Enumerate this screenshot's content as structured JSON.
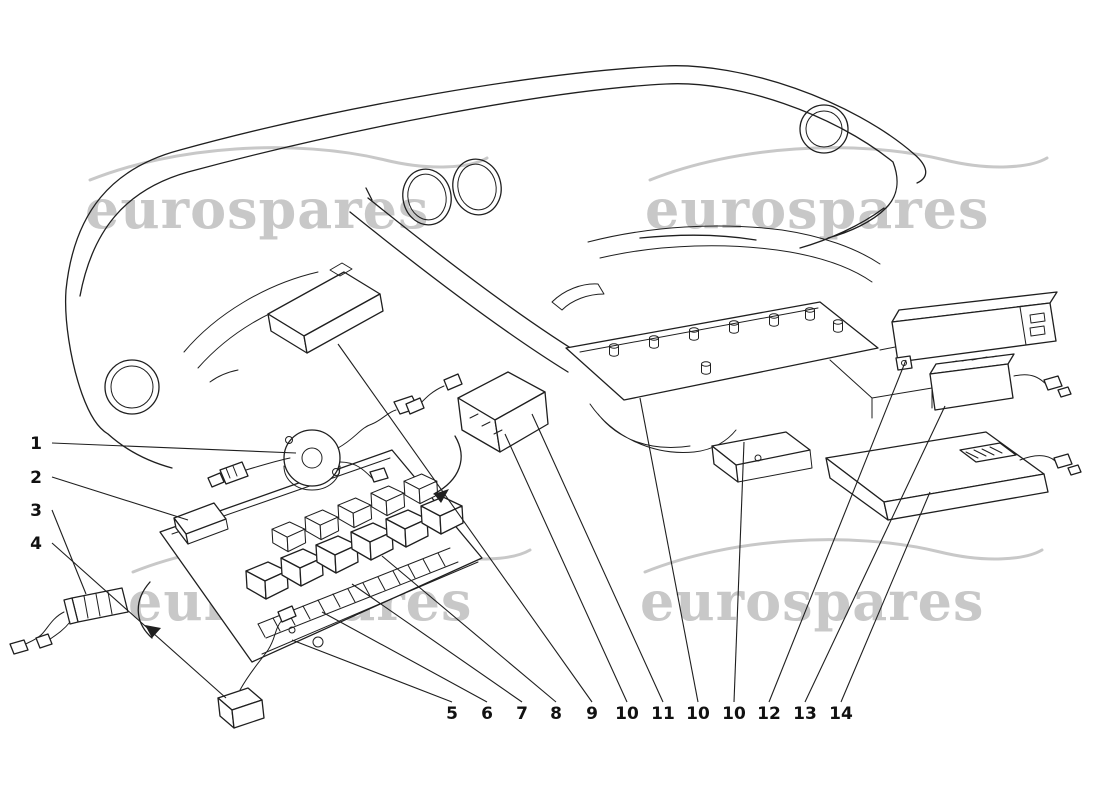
{
  "watermark": {
    "text": "eurospares"
  },
  "colors": {
    "background": "#ffffff",
    "line_art": "#1f1f1f",
    "watermark": "#c8c8c8",
    "callout_text": "#111111"
  },
  "diagram": {
    "description": "Exploded line-art parts diagram of a car dashboard electrical system with numbered callouts",
    "left_callouts": [
      {
        "label": "1"
      },
      {
        "label": "2"
      },
      {
        "label": "3"
      },
      {
        "label": "4"
      }
    ],
    "bottom_callouts": [
      {
        "label": "5"
      },
      {
        "label": "6"
      },
      {
        "label": "7"
      },
      {
        "label": "8"
      },
      {
        "label": "9"
      },
      {
        "label": "10"
      },
      {
        "label": "11"
      },
      {
        "label": "10"
      },
      {
        "label": "10"
      },
      {
        "label": "12"
      },
      {
        "label": "13"
      },
      {
        "label": "14"
      }
    ]
  }
}
